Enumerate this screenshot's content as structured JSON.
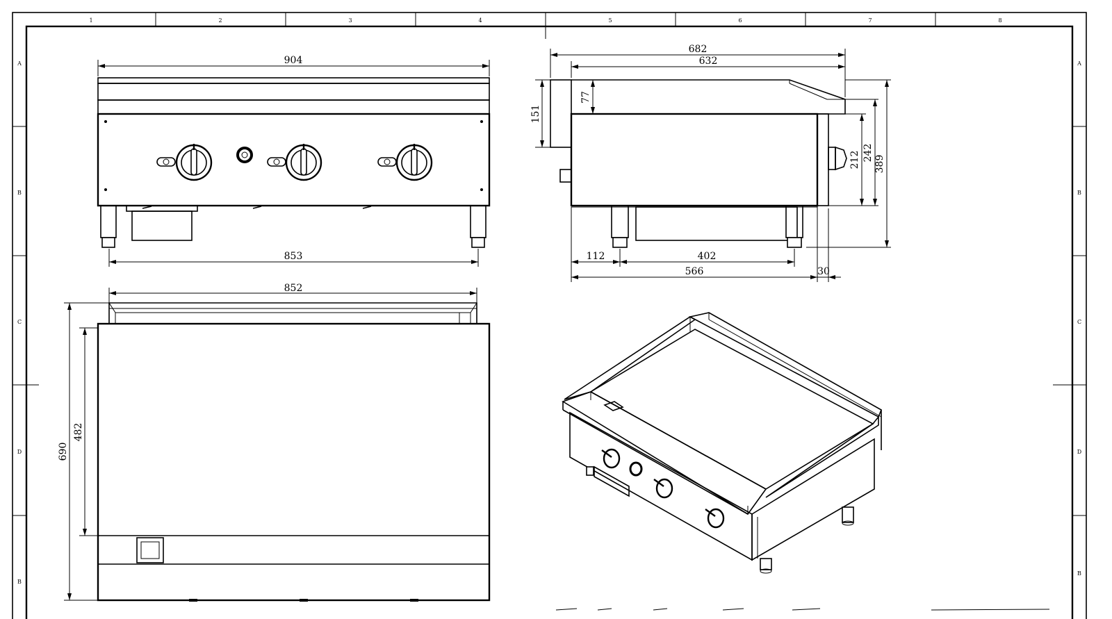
{
  "frame": {
    "columns": [
      "1",
      "2",
      "3",
      "4",
      "5",
      "6",
      "7",
      "8"
    ],
    "rows": [
      "A",
      "B",
      "C",
      "D",
      "B"
    ]
  },
  "front_view": {
    "dim_width_top": "904",
    "dim_width_bottom": "853"
  },
  "side_view": {
    "dim_depth_total": "682",
    "dim_depth_top": "632",
    "dim_backsplash_height": "151",
    "dim_top_thickness": "77",
    "dim_body_height": "212",
    "dim_front_height": "242",
    "dim_total_height": "389",
    "dim_leg_offset": "112",
    "dim_leg_span": "402",
    "dim_base_depth": "566",
    "dim_knob_depth": "30"
  },
  "top_view": {
    "dim_width": "852",
    "dim_depth_total": "690",
    "dim_plate_depth": "482"
  }
}
